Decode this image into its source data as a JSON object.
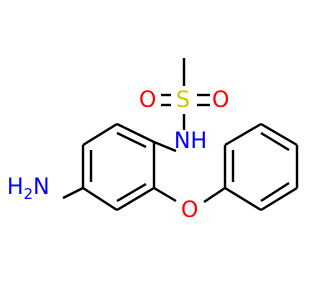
{
  "atoms": {
    "sulfur": "S",
    "oxygen_left": "O",
    "oxygen_right": "O",
    "nitrogen": "NH",
    "ether_oxygen": "O",
    "amine": {
      "main": "H",
      "sub": "2",
      "tail": "N"
    }
  },
  "colors": {
    "bond": "#000000",
    "sulfur": "#c8c800",
    "oxygen": "#ff0000",
    "nitrogen": "#0000ff",
    "background": "#ffffff"
  }
}
